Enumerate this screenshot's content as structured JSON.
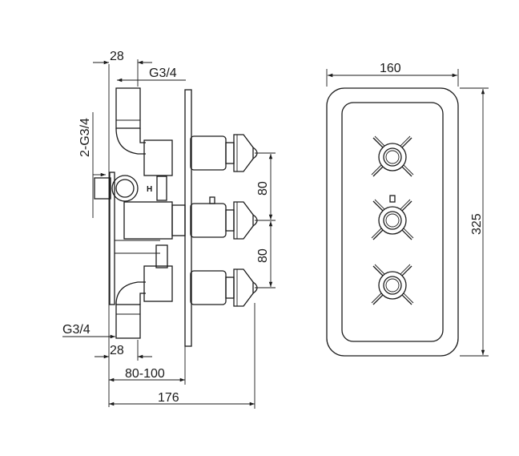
{
  "side_view": {
    "dim_top_width": "28",
    "top_outlet_thread": "G3/4",
    "inlet_thread": "2-G3/4",
    "hot_mark": "H",
    "dim_spacing_upper": "80",
    "dim_spacing_lower": "80",
    "bottom_outlet_thread": "G3/4",
    "dim_bottom_width": "28",
    "dim_depth_range": "80-100",
    "dim_total_depth": "176"
  },
  "front_view": {
    "dim_width": "160",
    "dim_height": "325"
  }
}
